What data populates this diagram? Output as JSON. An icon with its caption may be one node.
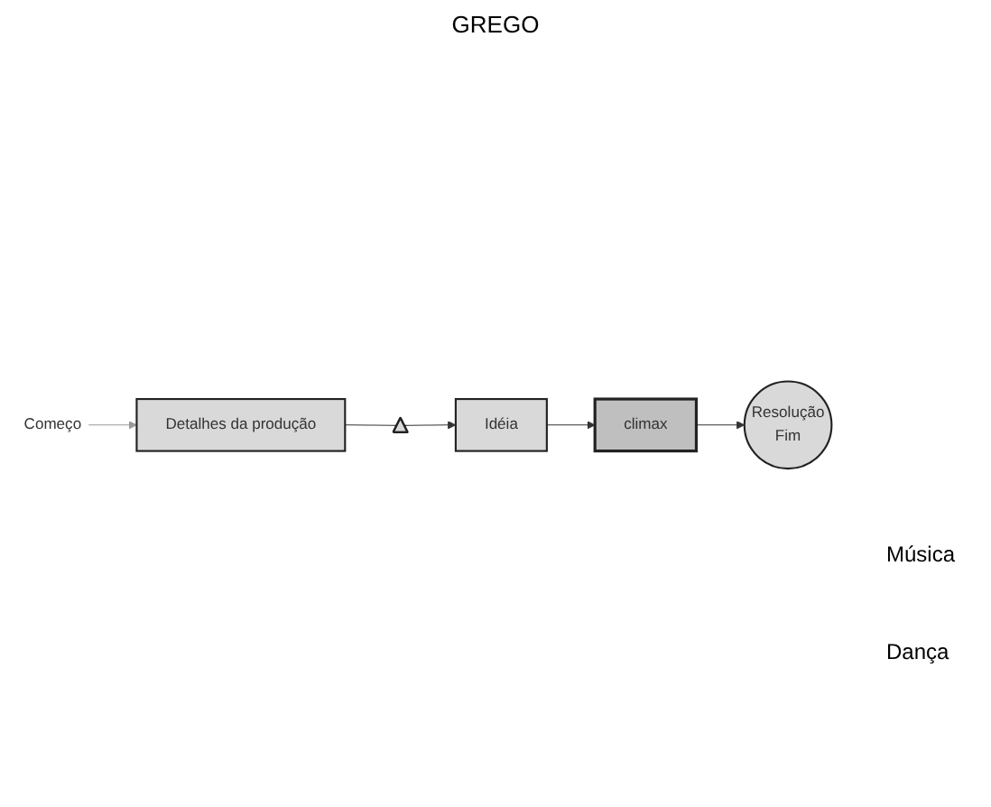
{
  "diagram": {
    "title": "GREGO",
    "nodes": [
      {
        "text": [
          "Começo"
        ]
      },
      {
        "text": [
          "Detalhes da produção"
        ]
      },
      {
        "text": [],
        "shape": "triangle"
      },
      {
        "text": [
          "Idéia"
        ]
      },
      {
        "text": [
          "climax"
        ]
      },
      {
        "text": [
          "Resolução",
          "Fim"
        ]
      }
    ],
    "edges": [
      {
        "from": 0,
        "to": 1,
        "arrow": "to",
        "color": "#999999"
      },
      {
        "from": 1,
        "to": 2,
        "arrow": "none"
      },
      {
        "from": 2,
        "to": 3,
        "arrow": "to"
      },
      {
        "from": 3,
        "to": 4,
        "arrow": "to"
      },
      {
        "from": 4,
        "to": 5,
        "arrow": "to"
      }
    ],
    "labels": [
      "Música",
      "Dança"
    ]
  }
}
